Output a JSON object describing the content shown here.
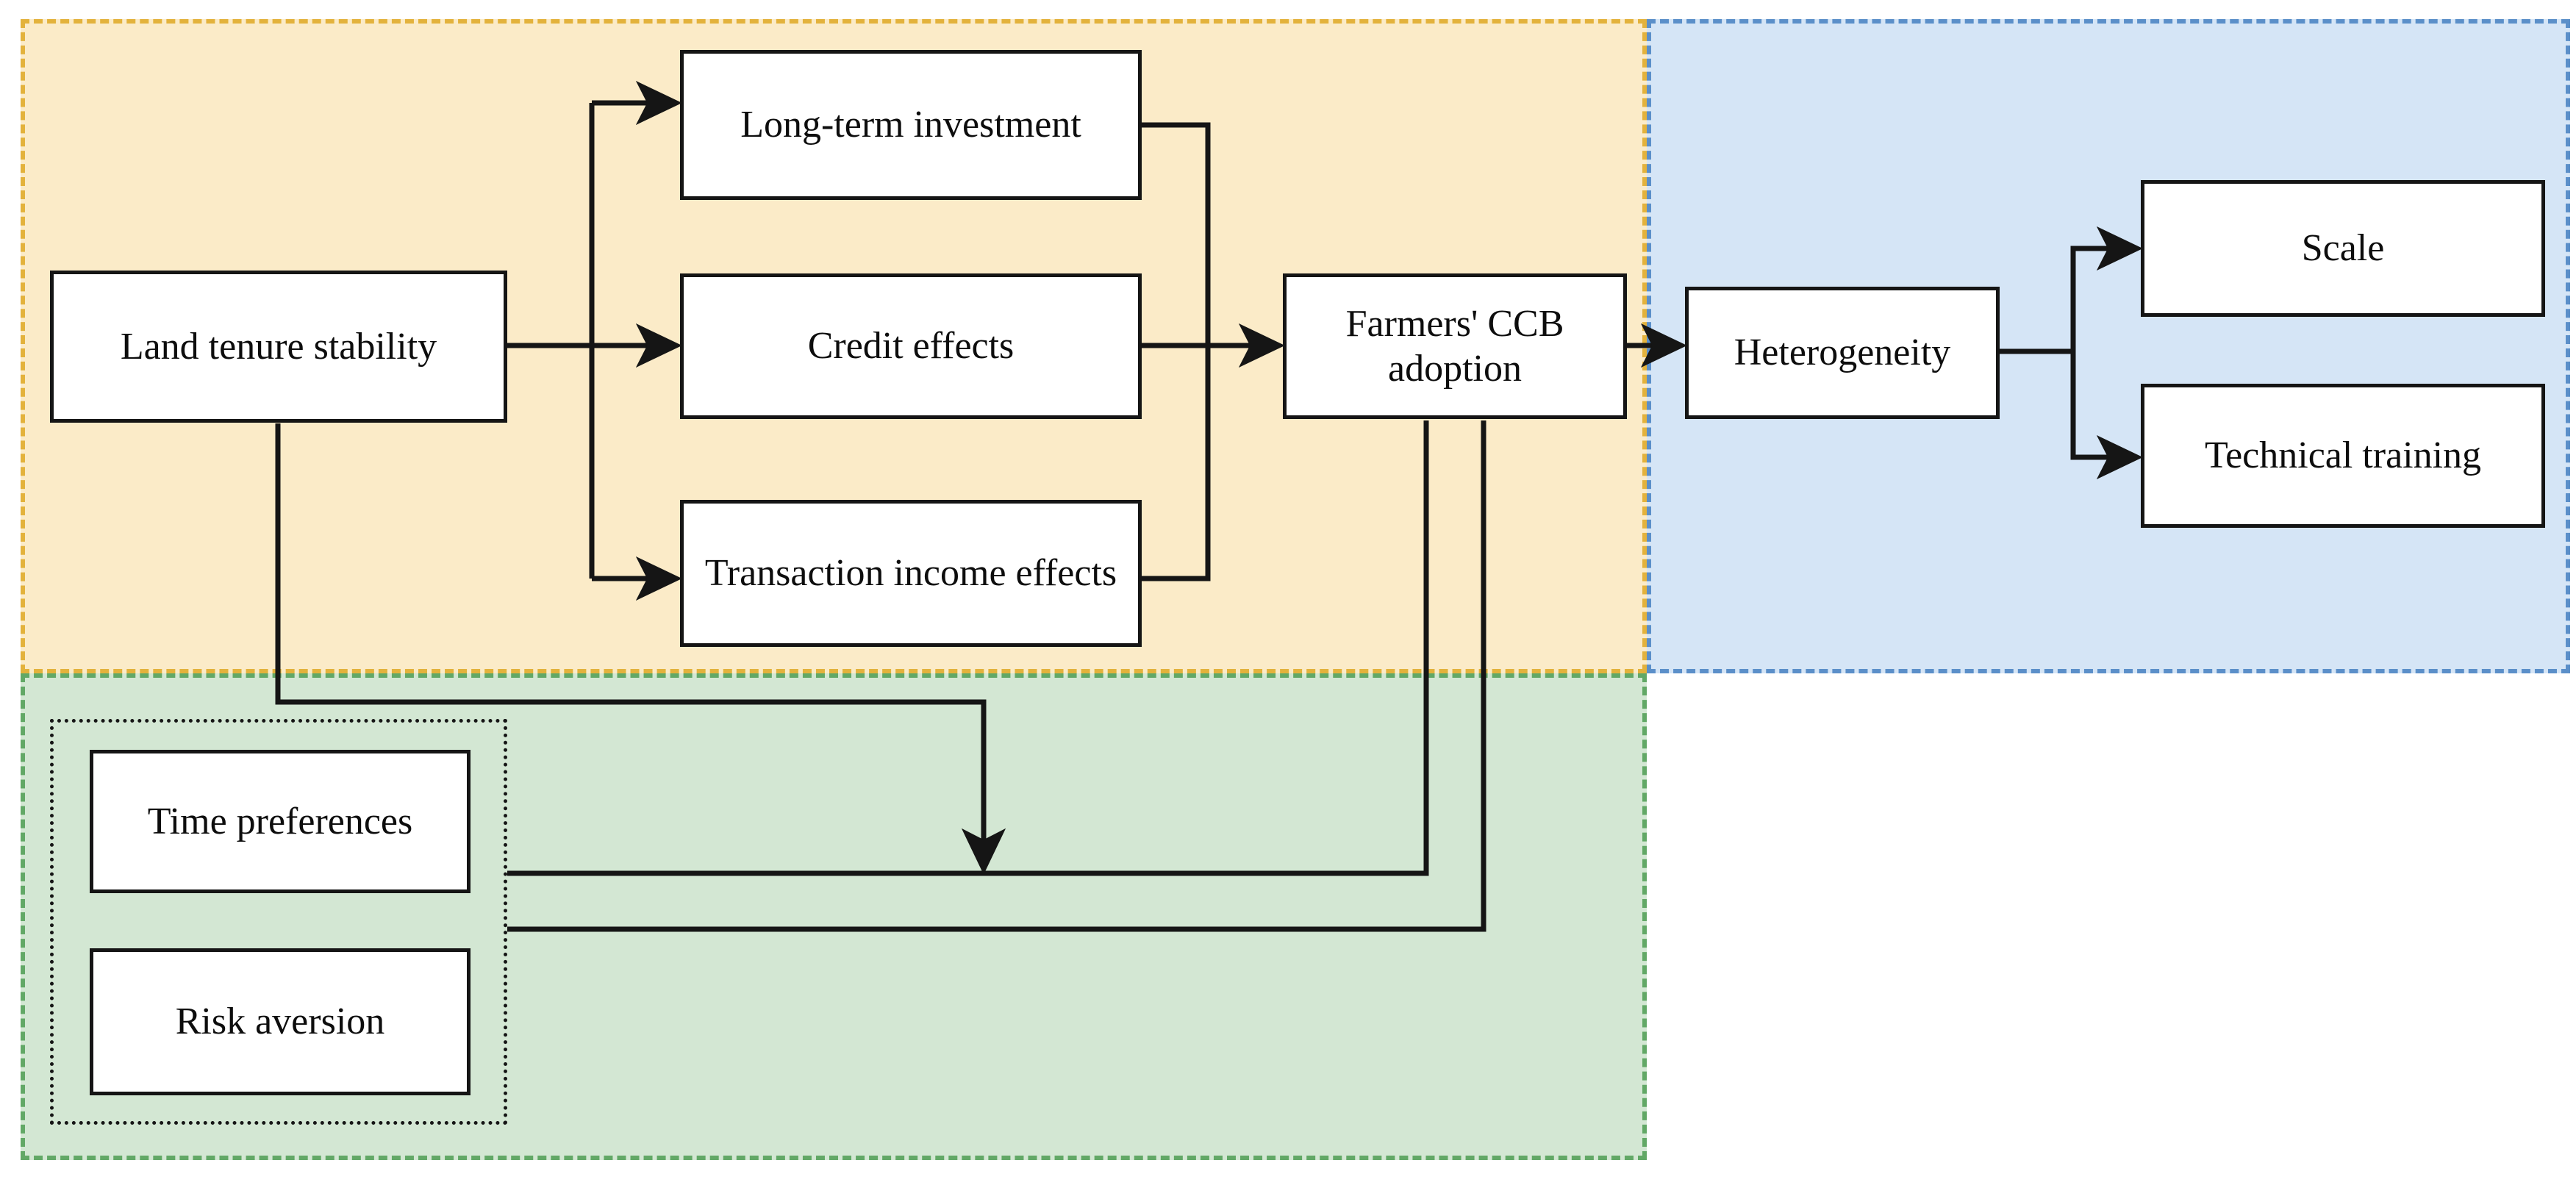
{
  "diagram": {
    "title": "Land tenure stability and farmers' CCB adoption conceptual framework",
    "type": "flowchart",
    "regions": [
      {
        "key": "mechanism",
        "fill": "#FBEBC8",
        "border": "#E3B23C",
        "note": "Mechanism pathway panel (orange, dashed)"
      },
      {
        "key": "heterogeneity",
        "fill": "#D5E5F6",
        "border": "#5B8FC9",
        "note": "Heterogeneity panel (blue, dashed)"
      },
      {
        "key": "preferences",
        "fill": "#D3E7D3",
        "border": "#62A866",
        "note": "Behavioural preferences panel (green, dashed)"
      }
    ],
    "nodes": {
      "land_tenure_stability": "Land tenure stability",
      "long_term_investment": "Long-term investment",
      "credit_effects": "Credit effects",
      "transaction_income_effects": "Transaction income effects",
      "farmers_ccb_adoption": "Farmers' CCB adoption",
      "heterogeneity": "Heterogeneity",
      "scale": "Scale",
      "technical_training": "Technical training",
      "time_preferences": "Time preferences",
      "risk_aversion": "Risk aversion"
    },
    "edges": [
      {
        "from": "land_tenure_stability",
        "to": "long_term_investment",
        "arrow": true
      },
      {
        "from": "land_tenure_stability",
        "to": "credit_effects",
        "arrow": true
      },
      {
        "from": "land_tenure_stability",
        "to": "transaction_income_effects",
        "arrow": true
      },
      {
        "from": "long_term_investment",
        "to": "farmers_ccb_adoption",
        "arrow": true
      },
      {
        "from": "credit_effects",
        "to": "farmers_ccb_adoption",
        "arrow": true
      },
      {
        "from": "transaction_income_effects",
        "to": "farmers_ccb_adoption",
        "arrow": true
      },
      {
        "from": "farmers_ccb_adoption",
        "to": "heterogeneity",
        "arrow": true
      },
      {
        "from": "heterogeneity",
        "to": "scale",
        "arrow": true
      },
      {
        "from": "heterogeneity",
        "to": "technical_training",
        "arrow": true
      },
      {
        "from": "land_tenure_stability",
        "to": "preferences_group",
        "arrow": true
      },
      {
        "from": "preferences_group",
        "to": "farmers_ccb_adoption",
        "arrow": false
      },
      {
        "from": "preferences_group",
        "to": "farmers_ccb_adoption",
        "arrow": false
      }
    ],
    "icons": {
      "arrowhead": "arrow-head-icon"
    }
  }
}
